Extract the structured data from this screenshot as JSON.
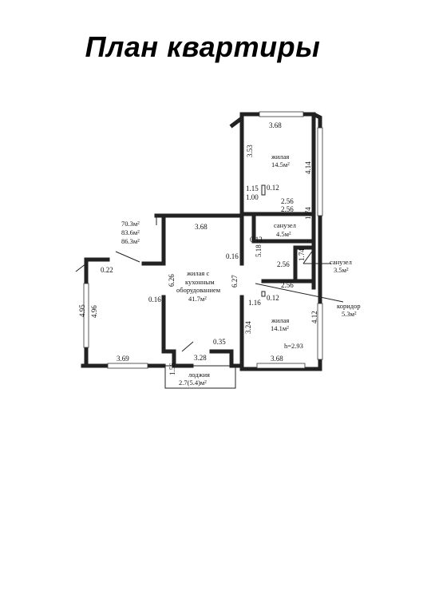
{
  "title": "План квартиры",
  "areas_total": {
    "a1": "70.3м²",
    "a2": "83.6м²",
    "a3": "86.3м²"
  },
  "rooms": {
    "bedroom_top": {
      "name": "жилая",
      "area": "14.5м²"
    },
    "bathroom_1": {
      "name": "санузел",
      "area": "4.5м²"
    },
    "bathroom_2": {
      "name": "санузел",
      "area": "3.5м²"
    },
    "living_line1": "жилая с",
    "living_line2": "кухонным",
    "living_line3": "оборудованием",
    "living_area": "41.7м²",
    "corridor": {
      "name": "коридор",
      "area": "5.3м²"
    },
    "bedroom_bottom": {
      "name": "жилая",
      "area": "14.1м²"
    },
    "loggia": {
      "name": "лоджия",
      "area": "2.7(5.4)м²"
    }
  },
  "ceiling_height": "h=2.93",
  "dims": {
    "d_368_top": "3.68",
    "d_353": "3.53",
    "d_414": "4.14",
    "d_115": "1.15",
    "d_012_a": "0.12",
    "d_100": "1.00",
    "d_256_a": "2.56",
    "d_256_b": "2.56",
    "d_174_a": "1.74",
    "d_013": "0.13",
    "d_518": "5.18",
    "d_256_c": "2.56",
    "d_174_b": "1.74",
    "d_256_d": "2.56",
    "d_116": "1.16",
    "d_012_b": "0.12",
    "d_016_a": "0.16",
    "d_627": "6.27",
    "d_626": "6.26",
    "d_368_mid": "3.68",
    "d_022": "0.22",
    "d_495": "4.95",
    "d_496": "4.96",
    "d_016_b": "0.16",
    "d_324": "3.24",
    "d_412": "4.12",
    "d_035": "0.35",
    "d_328": "3.28",
    "d_369": "3.69",
    "d_156": "1.56",
    "d_368_bot": "3.68"
  }
}
